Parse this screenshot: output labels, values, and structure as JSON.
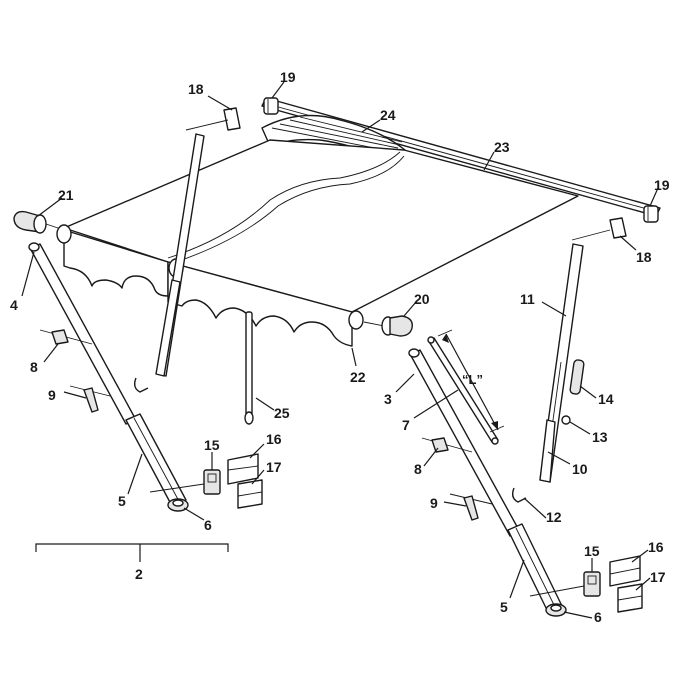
{
  "diagram": {
    "callouts": [
      {
        "id": "c18a",
        "text": "18"
      },
      {
        "id": "c19a",
        "text": "19"
      },
      {
        "id": "c24",
        "text": "24"
      },
      {
        "id": "c23",
        "text": "23"
      },
      {
        "id": "c21",
        "text": "21"
      },
      {
        "id": "c19b",
        "text": "19"
      },
      {
        "id": "c18b",
        "text": "18"
      },
      {
        "id": "c4",
        "text": "4"
      },
      {
        "id": "c20",
        "text": "20"
      },
      {
        "id": "c11",
        "text": "11"
      },
      {
        "id": "c22",
        "text": "22"
      },
      {
        "id": "c8a",
        "text": "8"
      },
      {
        "id": "c3",
        "text": "3"
      },
      {
        "id": "c7",
        "text": "7"
      },
      {
        "id": "c9a",
        "text": "9"
      },
      {
        "id": "c25",
        "text": "25"
      },
      {
        "id": "c14",
        "text": "14"
      },
      {
        "id": "c13",
        "text": "13"
      },
      {
        "id": "c15a",
        "text": "15"
      },
      {
        "id": "c16a",
        "text": "16"
      },
      {
        "id": "c17a",
        "text": "17"
      },
      {
        "id": "c10",
        "text": "10"
      },
      {
        "id": "c8b",
        "text": "8"
      },
      {
        "id": "c5a",
        "text": "5"
      },
      {
        "id": "c6a",
        "text": "6"
      },
      {
        "id": "c9b",
        "text": "9"
      },
      {
        "id": "c12",
        "text": "12"
      },
      {
        "id": "c2",
        "text": "2"
      },
      {
        "id": "c15b",
        "text": "15"
      },
      {
        "id": "c16b",
        "text": "16"
      },
      {
        "id": "c17b",
        "text": "17"
      },
      {
        "id": "c5b",
        "text": "5"
      },
      {
        "id": "c6b",
        "text": "6"
      }
    ],
    "dimension_label": "“L”"
  }
}
